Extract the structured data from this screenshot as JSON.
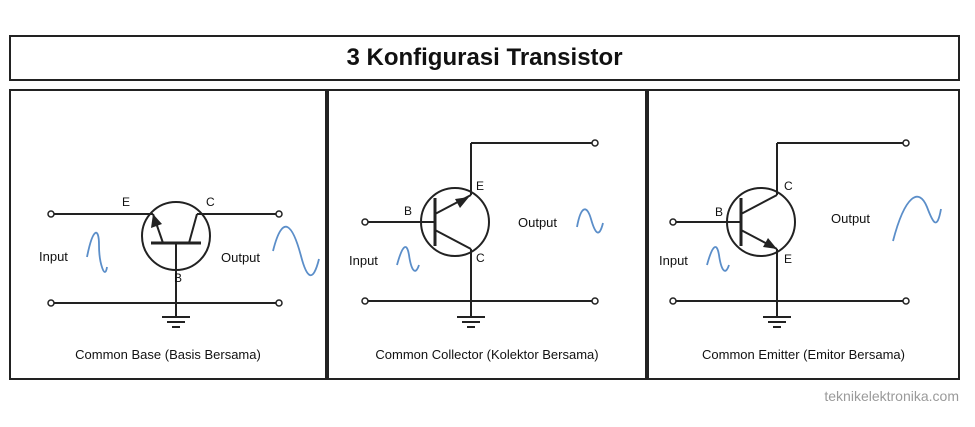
{
  "title": "3 Konfigurasi Transistor",
  "panels": [
    {
      "caption": "Common Base (Basis Bersama)",
      "input_label": "Input",
      "output_label": "Output",
      "pins": {
        "e": "E",
        "c": "C",
        "b": "B"
      }
    },
    {
      "caption": "Common Collector (Kolektor Bersama)",
      "input_label": "Input",
      "output_label": "Output",
      "pins": {
        "b": "B",
        "e": "E",
        "c": "C"
      }
    },
    {
      "caption": "Common Emitter (Emitor Bersama)",
      "input_label": "Input",
      "output_label": "Output",
      "pins": {
        "b": "B",
        "c": "C",
        "e": "E"
      }
    }
  ],
  "watermark": "teknikelektronika.com",
  "colors": {
    "wire": "#222222",
    "waveform": "#5b8ec9",
    "border": "#222222"
  }
}
